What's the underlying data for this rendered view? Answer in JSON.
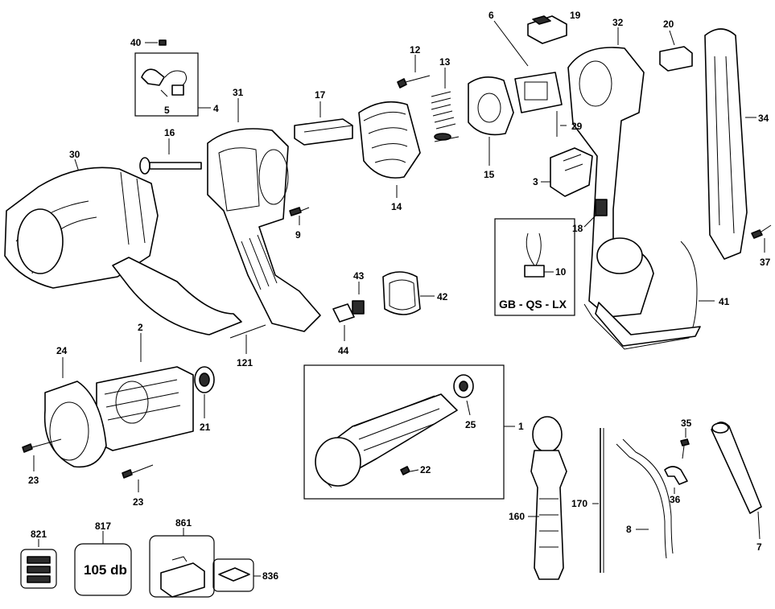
{
  "callouts": {
    "p1": "1",
    "p2": "2",
    "p3": "3",
    "p4": "4",
    "p5": "5",
    "p6": "6",
    "p7": "7",
    "p8": "8",
    "p9": "9",
    "p10": "10",
    "p12": "12",
    "p13": "13",
    "p14": "14",
    "p15": "15",
    "p16": "16",
    "p17": "17",
    "p18": "18",
    "p19": "19",
    "p20": "20",
    "p21": "21",
    "p22": "22",
    "p23a": "23",
    "p23b": "23",
    "p24": "24",
    "p25": "25",
    "p29": "29",
    "p30": "30",
    "p31": "31",
    "p32": "32",
    "p34": "34",
    "p35": "35",
    "p36": "36",
    "p37": "37",
    "p40": "40",
    "p41": "41",
    "p42": "42",
    "p43": "43",
    "p44": "44",
    "p121": "121",
    "p160": "160",
    "p170": "170",
    "p817": "817",
    "p821": "821",
    "p836": "836",
    "p861": "861"
  },
  "region_box_label": "GB - QS - LX",
  "noise_label_text": "105 db"
}
